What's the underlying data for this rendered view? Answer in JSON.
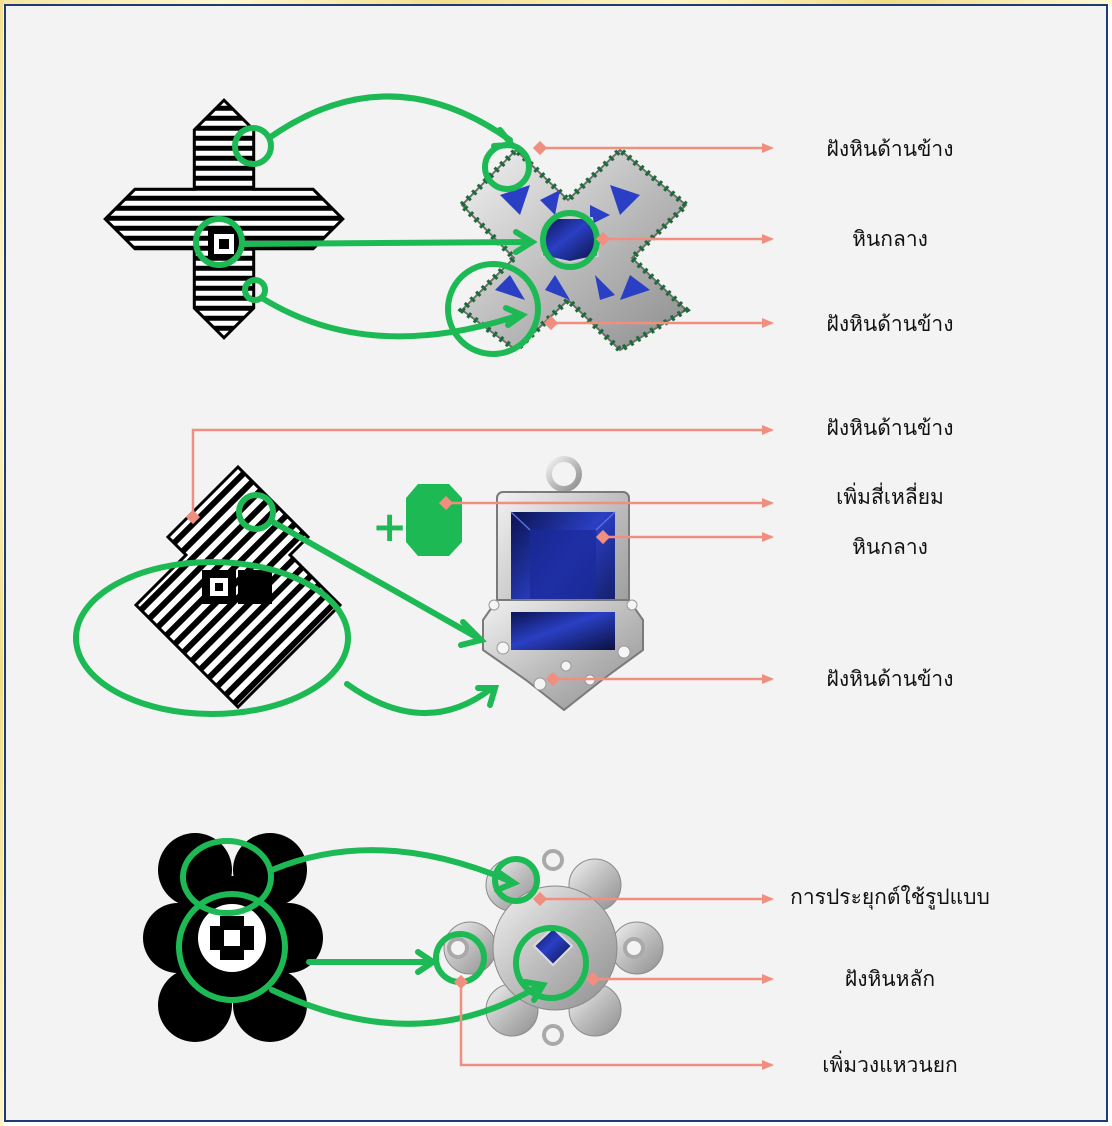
{
  "labels": {
    "p1_side_top": "ฝังหินด้านข้าง",
    "p1_center": "หินกลาง",
    "p1_side_bottom": "ฝังหินด้านข้าง",
    "p2_side_top": "ฝังหินด้านข้าง",
    "p2_add_square": "เพิ่มสี่เหลี่ยม",
    "p2_center": "หินกลาง",
    "p2_side_bottom": "ฝังหินด้านข้าง",
    "p3_pattern": "การประยุกต์ใช้รูปแบบ",
    "p3_main_stone": "ฝังหินหลัก",
    "p3_ring": "เพิ่มวงแหวนยก"
  },
  "plus_sign": "+",
  "colors": {
    "frame_border": "#1f3b77",
    "background": "#f3f3f3",
    "highlight_green": "#1db954",
    "leader_salmon": "#f08f80",
    "sapphire": "#2136a8",
    "silver": "#c9c9c9"
  }
}
